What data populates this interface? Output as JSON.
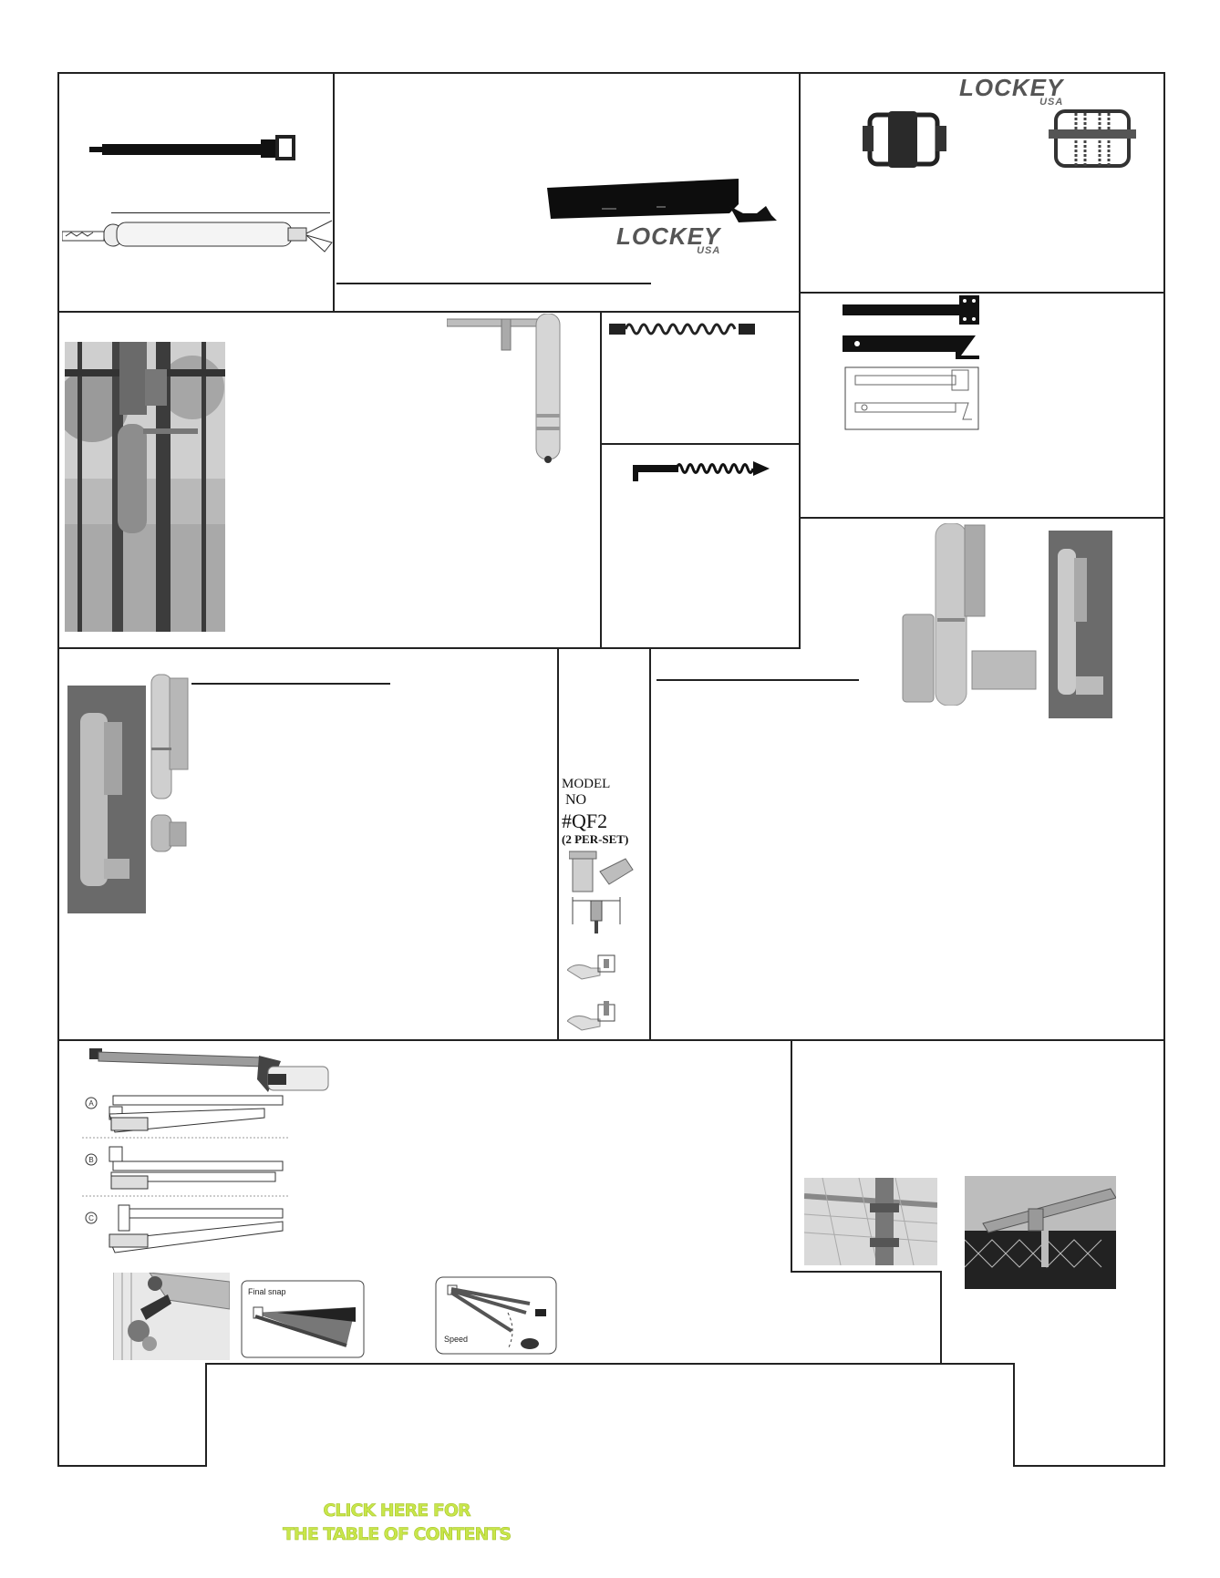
{
  "brand": {
    "logo_main": "LOCKEY",
    "logo_sub": "USA"
  },
  "model_panel": {
    "line1": "MODEL",
    "line2": "NO",
    "line3": "#QF2",
    "line4": "(2 PER-SET)"
  },
  "diagram_labels": {
    "final_snap": "Final snap",
    "speed": "Speed",
    "setup_a": "A",
    "setup_b": "B",
    "setup_c": "C"
  },
  "footer": {
    "toc_line1": "CLICK HERE FOR",
    "toc_line2": "THE TABLE OF CONTENTS"
  },
  "colors": {
    "line": "#222222",
    "link": "#c8e64b"
  }
}
